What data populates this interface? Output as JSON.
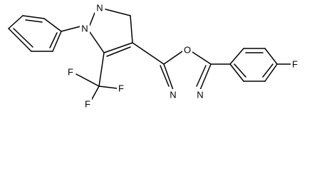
{
  "molecule": {
    "atoms": {
      "n1": "N",
      "n2": "N",
      "o_ring": "O",
      "n3": "N",
      "n4": "N",
      "f_cf3_1": "F",
      "f_cf3_2": "F",
      "f_cf3_3": "F",
      "f_aryl": "F"
    }
  }
}
